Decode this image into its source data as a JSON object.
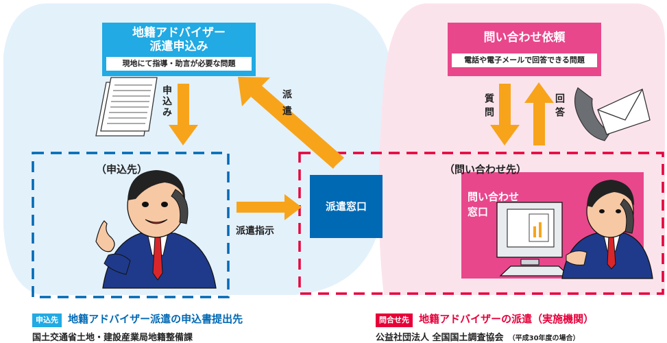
{
  "left_top_box": {
    "title_line1": "地籍アドバイザー",
    "title_line2": "派遣申込み",
    "subtitle": "現地にて指導・助言が必要な問題"
  },
  "right_top_box": {
    "title": "問い合わせ依頼",
    "subtitle": "電話や電子メールで回答できる問題"
  },
  "arrows": {
    "apply": "申込み",
    "dispatch": "派遣",
    "question": "質問",
    "answer": "回答",
    "dispatch_instruction": "派遣指示"
  },
  "left_dashed_title": "（申込先）",
  "right_dashed_title": "（問い合わせ先）",
  "dispatch_window": "派遣窓口",
  "inquiry_window_line1": "問い合わせ",
  "inquiry_window_line2": "窓口",
  "footer_left": {
    "tag": "申込先",
    "heading": "地籍アドバイザー派遣の申込書提出先",
    "org": "国土交通省土地・建設産業局地籍整備課"
  },
  "footer_right": {
    "tag": "問合せ先",
    "heading": "地籍アドバイザーの派遣（実施機関）",
    "org": "公益社団法人 全国国土調査協会",
    "note": "（平成30年度の場合）"
  },
  "colors": {
    "blue": "#21aae3",
    "deep_blue": "#0069b4",
    "pink": "#e8478c",
    "red": "#e6003a",
    "orange": "#f7a41b"
  }
}
